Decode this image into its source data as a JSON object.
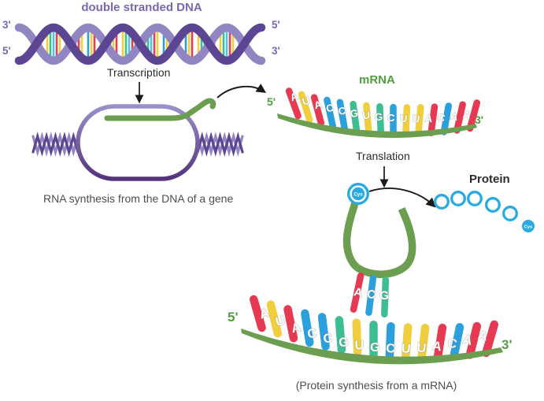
{
  "diagram": {
    "title": "double stranded DNA",
    "dna": {
      "left_top": "3'",
      "left_bottom": "5'",
      "right_top": "5'",
      "right_bottom": "3'"
    },
    "transcription_label": "Transcription",
    "plasmid_caption": "RNA synthesis from the DNA of a gene",
    "mrna": {
      "label": "mRNA",
      "five_prime": "5'",
      "three_prime": "3'",
      "sequence": "AUACCGUGCUUACAA"
    },
    "translation_label": "Translation",
    "trna": {
      "amino_label": "Cys",
      "anticodon": "ACG"
    },
    "protein": {
      "label": "Protein",
      "subunit_count": 6,
      "amino_label": "Cys"
    },
    "bottom_mrna": {
      "five_prime": "5'",
      "three_prime": "3'",
      "sequence": "AUACCGUGCUUACAA"
    },
    "bottom_caption": "(Protein synthesis from a mRNA)",
    "colors": {
      "base_A": "#e73a52",
      "base_U": "#f0cf3e",
      "base_C": "#2ca0dc",
      "base_G": "#3dbd92",
      "strand_green": "#6b9e50",
      "green_text": "#539c40",
      "purple_text": "#7a68ae",
      "strand_light_purple": "#9185c2",
      "strand_dark_purple": "#5c4693",
      "plasmid_top": "#9b90cb",
      "plasmid_bottom": "#54337c",
      "protein_blue": "#29abe2",
      "arrow_black": "#1a1a1a",
      "heading_text": "#2b2b2b",
      "caption_text": "#4d4d4f",
      "dna_rung_palette": [
        "#e73e51",
        "#ffffff",
        "#f2d03c",
        "#3ebd92",
        "#45c7f0",
        "#e73e51",
        "#f2d03c",
        "#ffffff",
        "#2f9fd8",
        "#f2d03c"
      ]
    }
  }
}
